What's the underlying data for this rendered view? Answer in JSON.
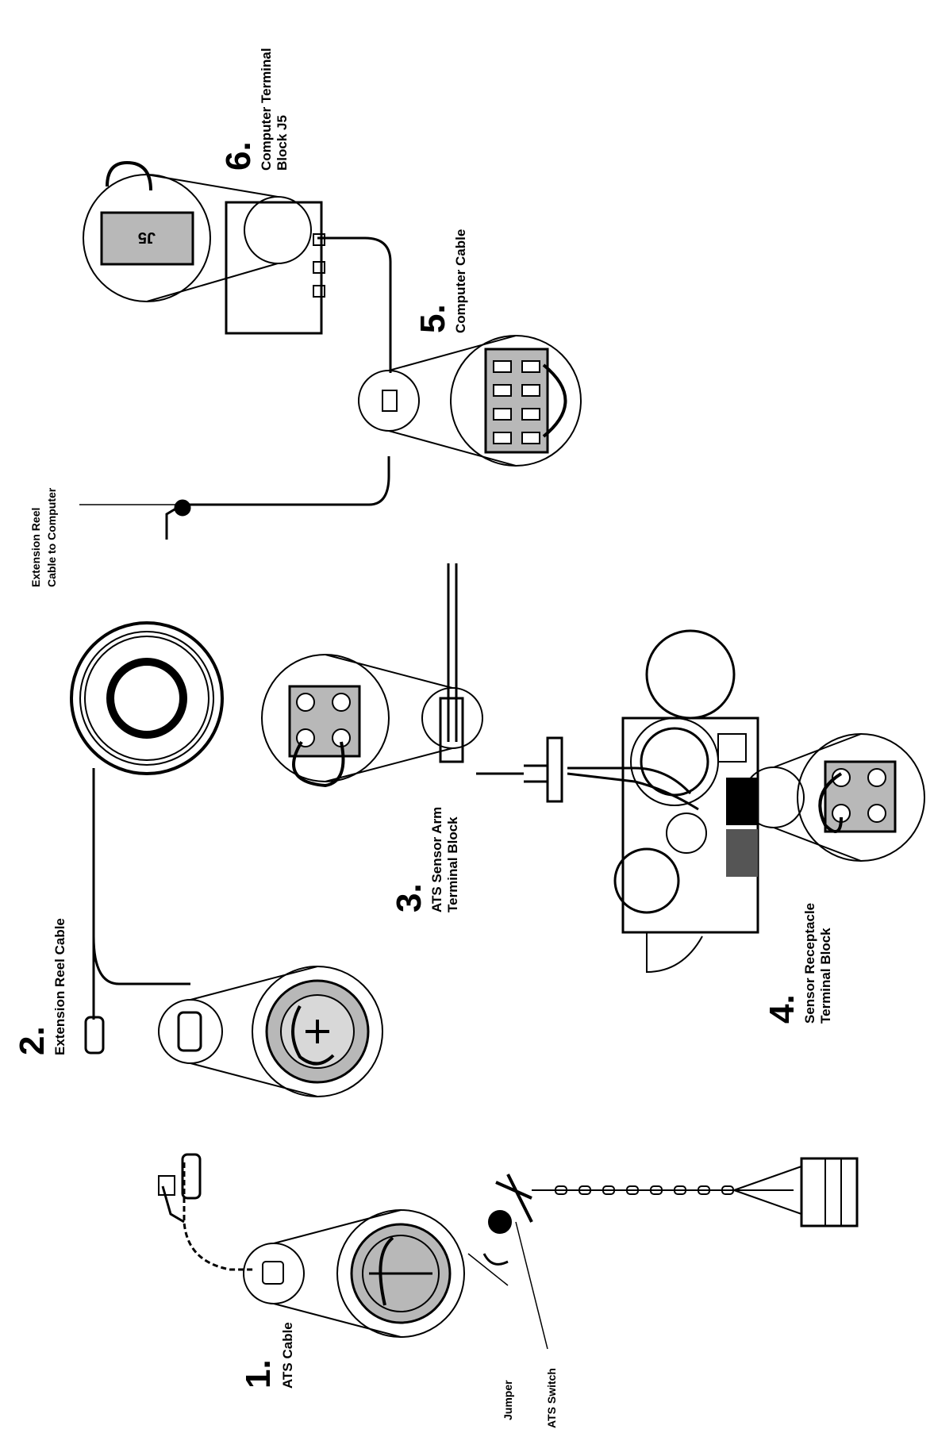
{
  "steps": [
    {
      "number": "1.",
      "label": [
        "ATS Cable"
      ]
    },
    {
      "number": "2.",
      "label": [
        "Extension Reel Cable"
      ]
    },
    {
      "number": "3.",
      "label": [
        "ATS Sensor Arm",
        "Terminal Block"
      ]
    },
    {
      "number": "4.",
      "label": [
        "Sensor Receptacle",
        "Terminal Block"
      ]
    },
    {
      "number": "5.",
      "label": [
        "Computer Cable"
      ]
    },
    {
      "number": "6.",
      "label": [
        "Computer Terminal",
        "Block J5"
      ]
    }
  ],
  "callouts": {
    "reel_to_computer": [
      "Extension Reel",
      "Cable to Computer"
    ],
    "jumper": "Jumper",
    "ats_switch": "ATS Switch"
  },
  "terminal_text": "J5",
  "colors": {
    "ink": "#000000",
    "fill": "#b8b8b8",
    "paper": "#ffffff"
  }
}
